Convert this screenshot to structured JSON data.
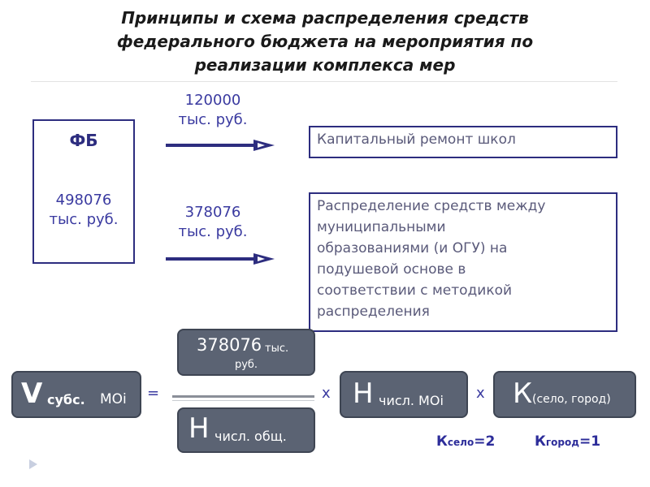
{
  "title": {
    "line1": "Принципы и схема распределения средств",
    "line2": "федерального бюджета на мероприятия по",
    "line3": "реализации комплекса мер"
  },
  "fb": {
    "label": "ФБ",
    "amount": "498076",
    "unit": "тыс. руб."
  },
  "flows": [
    {
      "amount": "120000",
      "unit": "тыс. руб.",
      "target": [
        "Капитальный ремонт школ"
      ]
    },
    {
      "amount": "378076",
      "unit": "тыс. руб.",
      "target": [
        "Распределение средств между",
        "муниципальными",
        "образованиями (и ОГУ) на",
        "подушевой основе в",
        "соответствии с методикой",
        "распределения"
      ]
    }
  ],
  "formula": {
    "v_big": "V",
    "v_sub": "субс.",
    "v_moi": "МОi",
    "equals": "=",
    "numerator_value": "378076",
    "numerator_unit1": "тыс.",
    "numerator_unit2": "руб.",
    "den_big": "Н",
    "den_small": "числ. общ.",
    "times1": "х",
    "h_big": "Н",
    "h_small": "числ. МОi",
    "times2": "х",
    "k_big": "К",
    "k_small": "(село, город)"
  },
  "coefficients": [
    {
      "k": "К",
      "sub": "село",
      "value": "=2"
    },
    {
      "k": "К",
      "sub": "город",
      "value": "=1"
    }
  ],
  "colors": {
    "accent": "#2d2d7f",
    "text_blue": "#3a3aa0",
    "pill_bg": "#5b6373",
    "box_text": "#5a5a7a"
  },
  "icons": {
    "arrow": "right-arrow",
    "nav": "play-icon"
  }
}
